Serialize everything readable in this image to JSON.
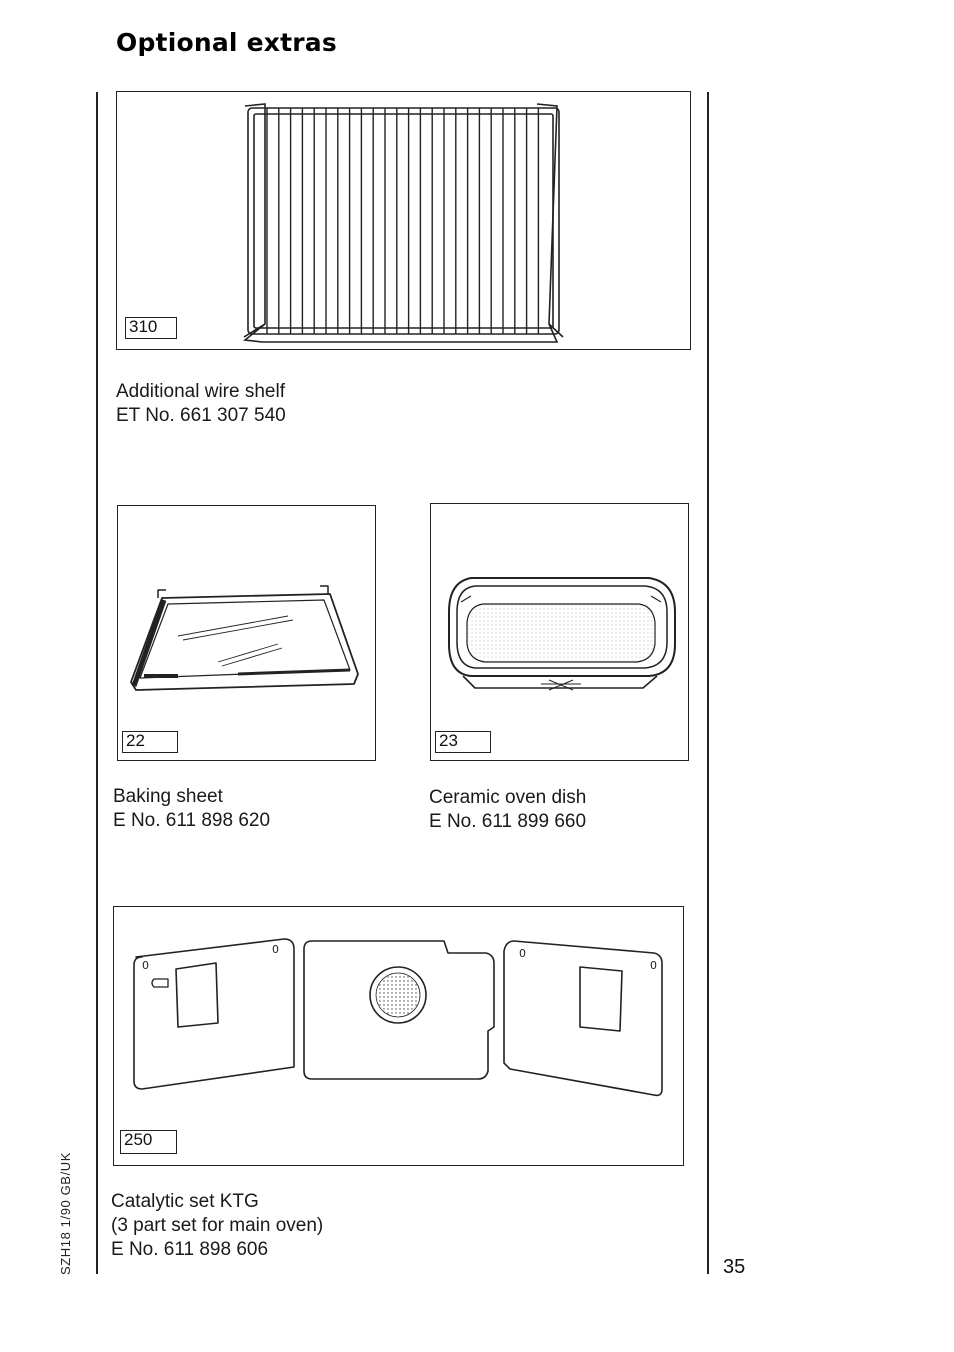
{
  "page": {
    "title": "Optional extras",
    "side_code": "SZH18 1/90  GB/UK",
    "page_number": "35"
  },
  "items": [
    {
      "figure_number": "310",
      "image": "wire-shelf",
      "name": "Additional wire shelf",
      "part_number": "ET No. 661 307 540"
    },
    {
      "figure_number": "22",
      "image": "baking-sheet",
      "name": "Baking sheet",
      "part_number": "E No. 611 898 620"
    },
    {
      "figure_number": "23",
      "image": "ceramic-oven-dish",
      "name": "Ceramic oven dish",
      "part_number": "E No. 611 899 660"
    },
    {
      "figure_number": "250",
      "image": "catalytic-panels",
      "name": "Catalytic set KTG",
      "description": "(3 part set for main oven)",
      "part_number": "E No. 611 898 606"
    }
  ]
}
